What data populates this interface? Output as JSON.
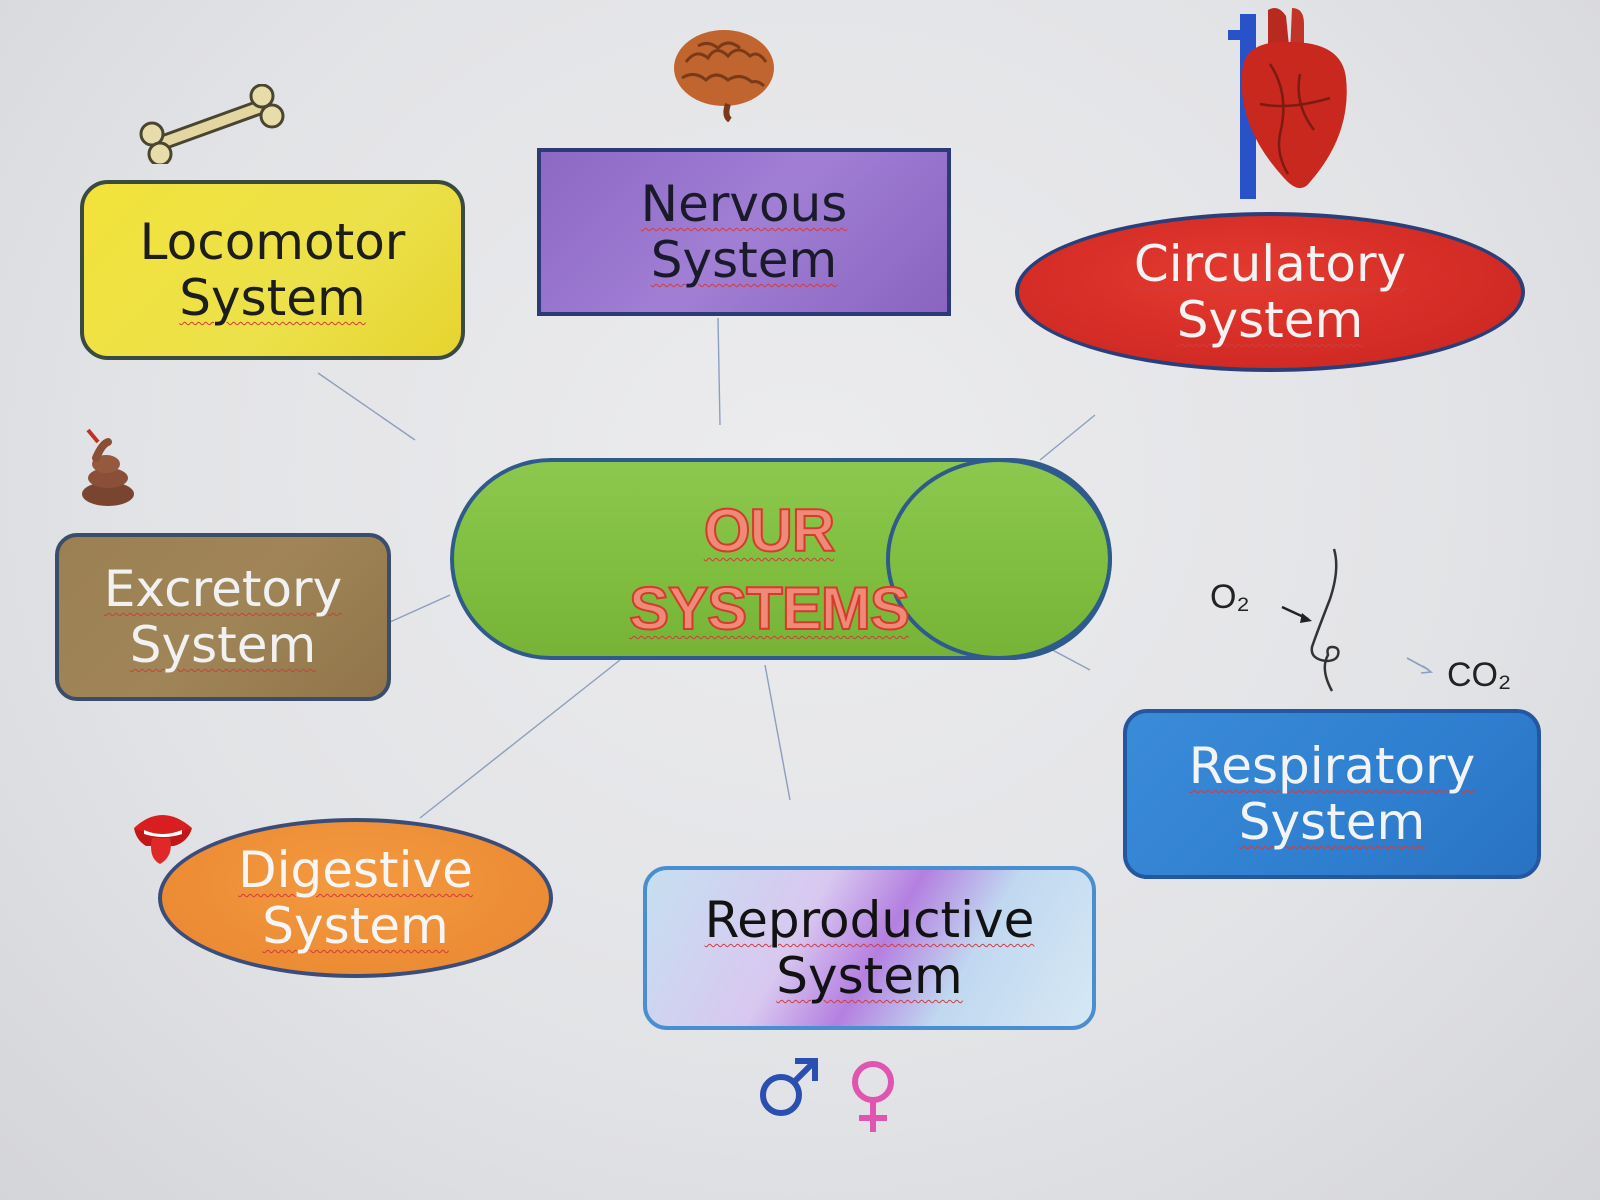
{
  "center": {
    "line1": "OUR",
    "line2": "SYSTEMS"
  },
  "nodes": {
    "locomotor": {
      "line1": "Locomotor",
      "line2": "System"
    },
    "nervous": {
      "line1": "Nervous",
      "line2": "System"
    },
    "circulatory": {
      "line1": "Circulatory",
      "line2": "System"
    },
    "excretory": {
      "line1": "Excretory",
      "line2": "System"
    },
    "digestive": {
      "line1": "Digestive",
      "line2": "System"
    },
    "reproductive": {
      "line1": "Reproductive",
      "line2": "System"
    },
    "respiratory": {
      "line1": "Respiratory",
      "line2": "System"
    }
  },
  "respiration": {
    "inhale": "O₂",
    "exhale": "CO₂"
  },
  "symbols": {
    "male": "♂",
    "female": "♀"
  },
  "colors": {
    "locomotor": "#f0e03c",
    "nervous": "#9574c8",
    "circulatory": "#d82c26",
    "excretory": "#9a7f52",
    "digestive": "#ef8f36",
    "respiratory": "#3385d4",
    "center": "#82c044",
    "male": "#2a4fb0",
    "female": "#e055b0"
  },
  "icons": [
    "bone-icon",
    "brain-icon",
    "heart-icon",
    "poop-icon",
    "nose-icon",
    "lips-tongue-icon",
    "male-symbol-icon",
    "female-symbol-icon"
  ]
}
